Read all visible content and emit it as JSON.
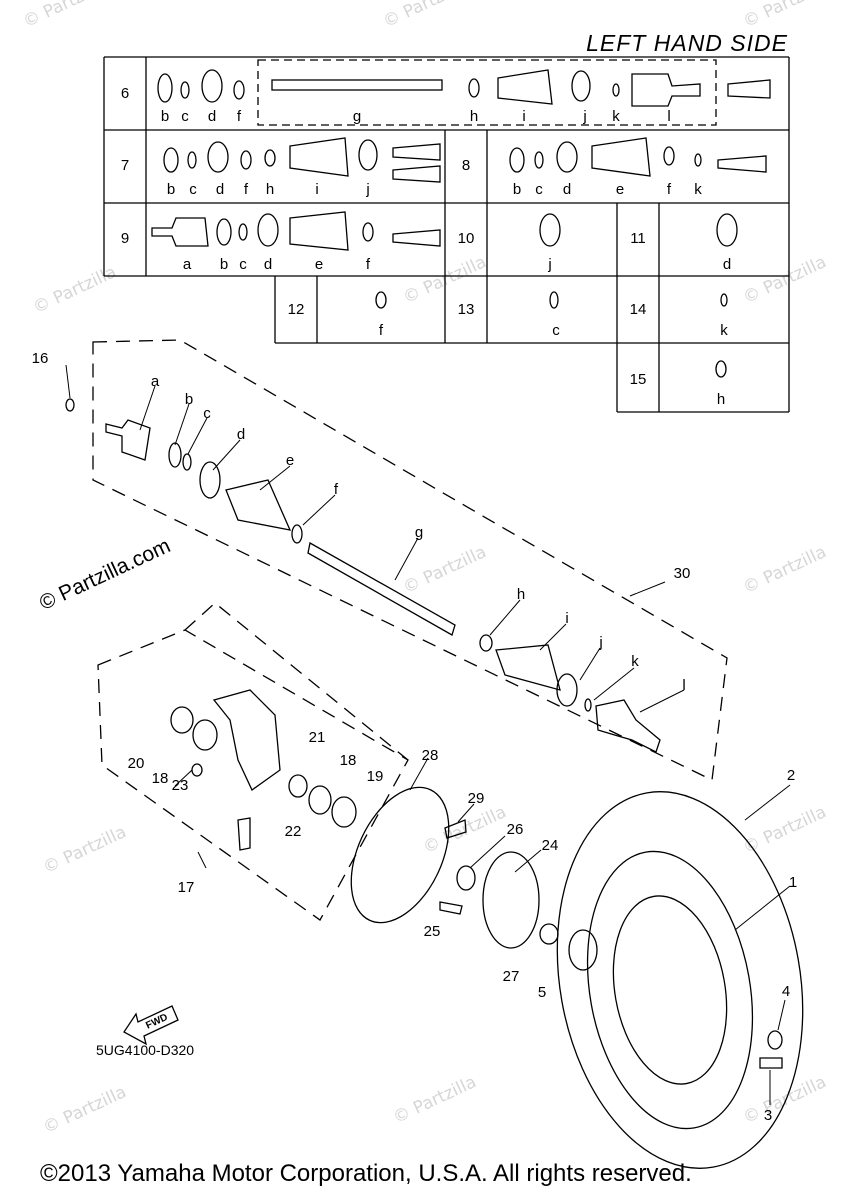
{
  "title": "LEFT HAND SIDE",
  "diagram_code": "5UG4100-D320",
  "fwd_label": "FWD",
  "copyright": "©2013 Yamaha Motor Corporation, U.S.A. All rights reserved.",
  "watermark_main": "© Partzilla.com",
  "watermark": "© Partzilla",
  "kit_table": {
    "row6": {
      "num": "6",
      "letters": [
        "b",
        "c",
        "d",
        "f",
        "g",
        "h",
        "i",
        "j",
        "k",
        "l"
      ]
    },
    "row7": {
      "num": "7",
      "letters": [
        "b",
        "c",
        "d",
        "f",
        "h",
        "i",
        "j"
      ]
    },
    "row8": {
      "num": "8",
      "letters": [
        "b",
        "c",
        "d",
        "e",
        "f",
        "k"
      ]
    },
    "row9": {
      "num": "9",
      "letters": [
        "a",
        "b",
        "c",
        "d",
        "e",
        "f"
      ]
    },
    "row10": {
      "num": "10",
      "letters": [
        "j"
      ]
    },
    "row11": {
      "num": "11",
      "letters": [
        "d"
      ]
    },
    "row12": {
      "num": "12",
      "letters": [
        "f"
      ]
    },
    "row13": {
      "num": "13",
      "letters": [
        "c"
      ]
    },
    "row14": {
      "num": "14",
      "letters": [
        "k"
      ]
    },
    "row15": {
      "num": "15",
      "letters": [
        "h"
      ]
    }
  },
  "part_labels": {
    "p1": "1",
    "p2": "2",
    "p3": "3",
    "p4": "4",
    "p5": "5",
    "p16": "16",
    "p17": "17",
    "p18a": "18",
    "p18b": "18",
    "p19": "19",
    "p20": "20",
    "p21": "21",
    "p22": "22",
    "p23": "23",
    "p24": "24",
    "p25": "25",
    "p26": "26",
    "p27": "27",
    "p28": "28",
    "p29": "29",
    "p30": "30"
  },
  "shaft_letters": {
    "a": "a",
    "b": "b",
    "c": "c",
    "d": "d",
    "e": "e",
    "f": "f",
    "g": "g",
    "h": "h",
    "i": "i",
    "j": "j",
    "k": "k",
    "l": "l"
  }
}
